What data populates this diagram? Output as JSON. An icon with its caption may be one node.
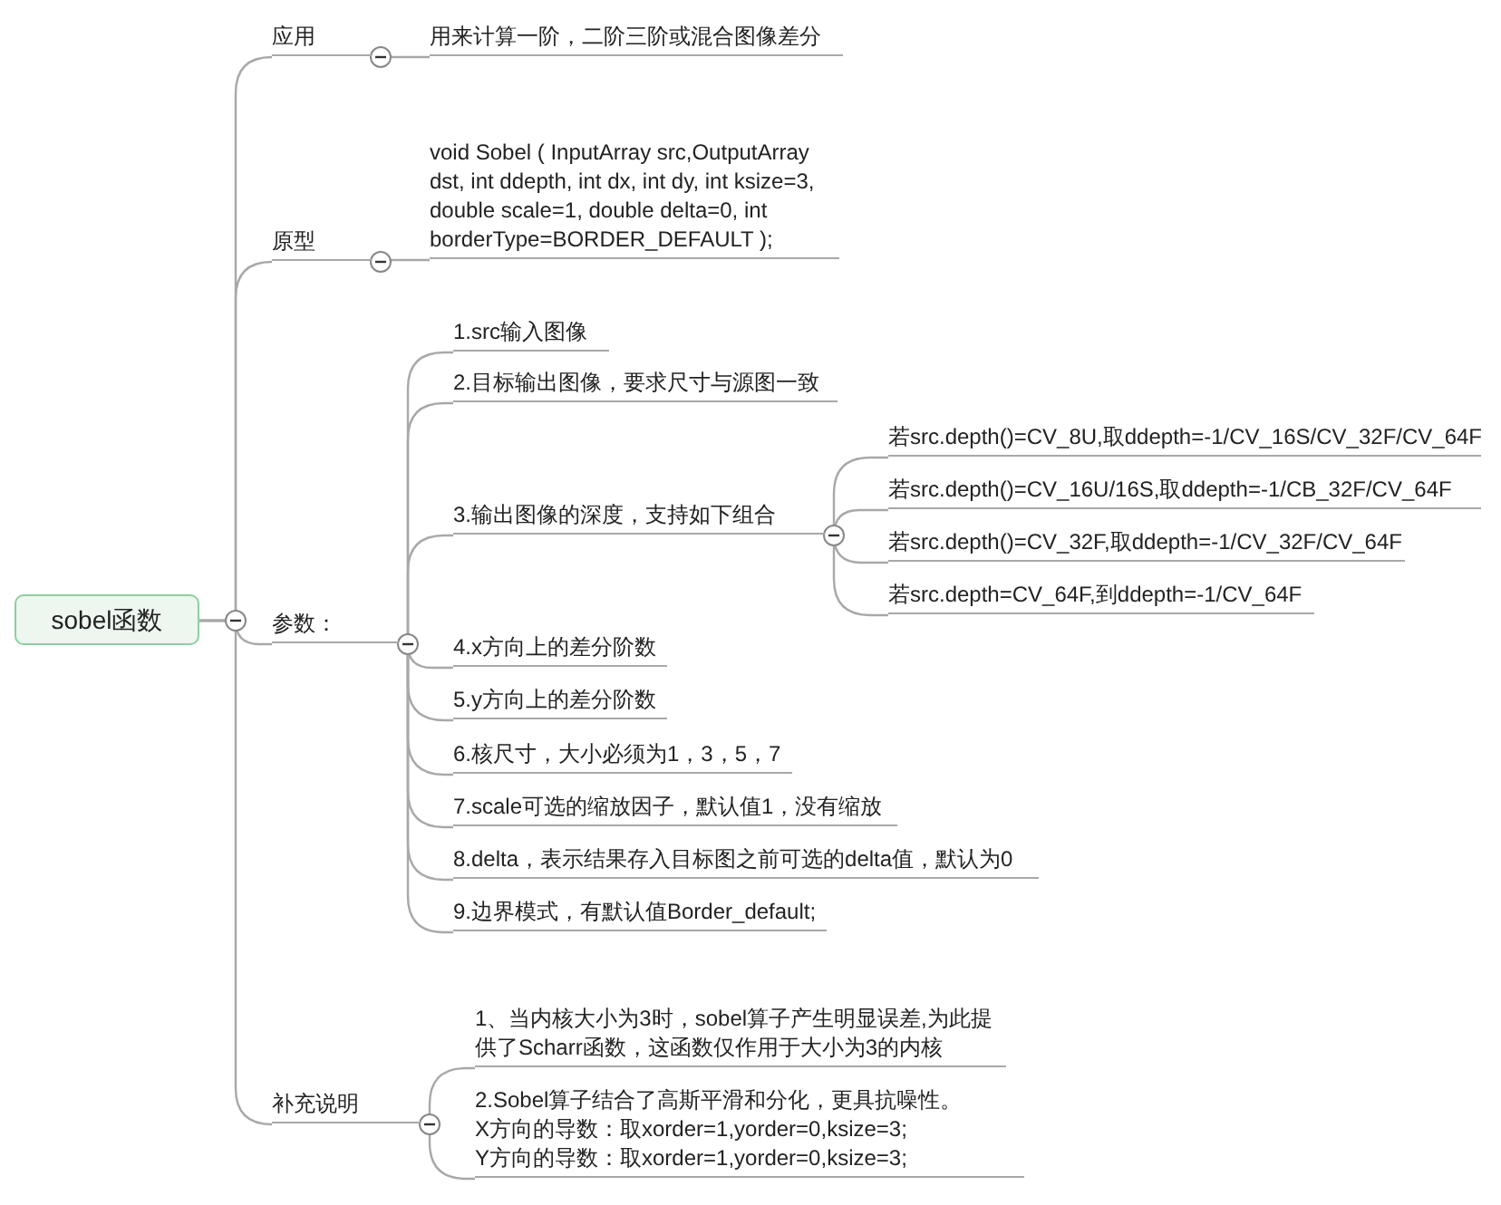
{
  "diagram": {
    "nodes": [
      {
        "text": [
          "sobel函数"
        ]
      },
      {
        "text": [
          "应用"
        ]
      },
      {
        "text": [
          "用来计算一阶，二阶三阶或混合图像差分"
        ]
      },
      {
        "text": [
          "原型"
        ]
      },
      {
        "text": [
          "void Sobel ( InputArray src,OutputArray dst, int ddepth, int dx,  int dy,  int ksize=3, double scale=1,  double delta=0, int borderType=BORDER_DEFAULT );"
        ]
      },
      {
        "text": [
          "参数："
        ]
      },
      {
        "text": [
          "1.src输入图像"
        ]
      },
      {
        "text": [
          "2.目标输出图像，要求尺寸与源图一致"
        ]
      },
      {
        "text": [
          "3.输出图像的深度，支持如下组合"
        ]
      },
      {
        "text": [
          "若src.depth()=CV_8U,取ddepth=-1/CV_16S/CV_32F/CV_64F"
        ]
      },
      {
        "text": [
          "若src.depth()=CV_16U/16S,取ddepth=-1/CB_32F/CV_64F"
        ]
      },
      {
        "text": [
          "若src.depth()=CV_32F,取ddepth=-1/CV_32F/CV_64F"
        ]
      },
      {
        "text": [
          "若src.depth=CV_64F,到ddepth=-1/CV_64F"
        ]
      },
      {
        "text": [
          "4.x方向上的差分阶数"
        ]
      },
      {
        "text": [
          "5.y方向上的差分阶数"
        ]
      },
      {
        "text": [
          "6.核尺寸，大小必须为1，3，5，7"
        ]
      },
      {
        "text": [
          "7.scale可选的缩放因子，默认值1，没有缩放"
        ]
      },
      {
        "text": [
          "8.delta，表示结果存入目标图之前可选的delta值，默认为0"
        ]
      },
      {
        "text": [
          "9.边界模式，有默认值Border_default;"
        ]
      },
      {
        "text": [
          "补充说明"
        ]
      },
      {
        "text": [
          "1、当内核大小为3时，sobel算子产生明显误差,为此提供了Scharr函数，这函数仅作用于大小为3的内核"
        ]
      },
      {
        "text": [
          "2.Sobel算子结合了高斯平滑和分化，更具抗噪性。",
          "X方向的导数：取xorder=1,yorder=0,ksize=3;",
          "Y方向的导数：取xorder=1,yorder=0,ksize=3;"
        ]
      }
    ],
    "edges": [
      {
        "from": 0,
        "to": 1,
        "arrow": "none"
      },
      {
        "from": 0,
        "to": 3,
        "arrow": "none"
      },
      {
        "from": 0,
        "to": 5,
        "arrow": "none"
      },
      {
        "from": 0,
        "to": 19,
        "arrow": "none"
      },
      {
        "from": 1,
        "to": 2,
        "arrow": "none"
      },
      {
        "from": 3,
        "to": 4,
        "arrow": "none"
      },
      {
        "from": 5,
        "to": 6,
        "arrow": "none"
      },
      {
        "from": 5,
        "to": 7,
        "arrow": "none"
      },
      {
        "from": 5,
        "to": 8,
        "arrow": "none"
      },
      {
        "from": 8,
        "to": 9,
        "arrow": "none"
      },
      {
        "from": 8,
        "to": 10,
        "arrow": "none"
      },
      {
        "from": 8,
        "to": 11,
        "arrow": "none"
      },
      {
        "from": 8,
        "to": 12,
        "arrow": "none"
      },
      {
        "from": 5,
        "to": 13,
        "arrow": "none"
      },
      {
        "from": 5,
        "to": 14,
        "arrow": "none"
      },
      {
        "from": 5,
        "to": 15,
        "arrow": "none"
      },
      {
        "from": 5,
        "to": 16,
        "arrow": "none"
      },
      {
        "from": 5,
        "to": 17,
        "arrow": "none"
      },
      {
        "from": 5,
        "to": 18,
        "arrow": "none"
      },
      {
        "from": 19,
        "to": 20,
        "arrow": "none"
      },
      {
        "from": 19,
        "to": 21,
        "arrow": "none"
      }
    ]
  }
}
